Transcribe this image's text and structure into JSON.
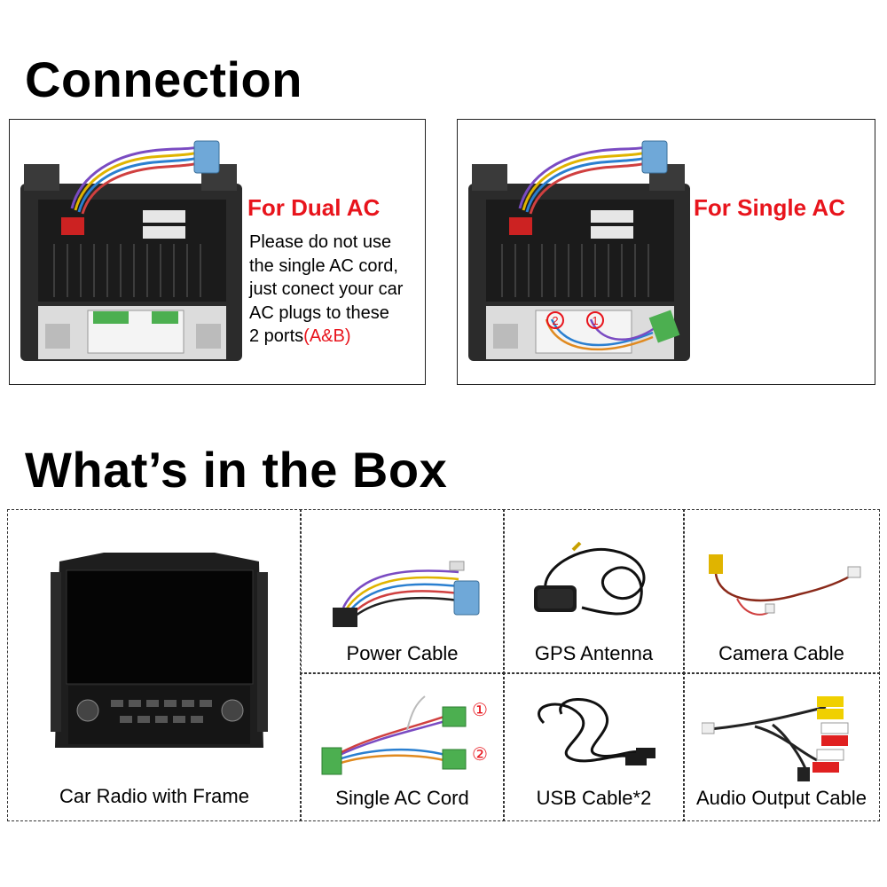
{
  "connection": {
    "title": "Connection",
    "dual": {
      "heading": "For Dual AC",
      "lines": [
        "Please do not use",
        "the single AC cord,",
        "just conect your car",
        "AC plugs to these"
      ],
      "last_line_prefix": "2 ports",
      "last_line_suffix": "(A&B)"
    },
    "single": {
      "heading": "For Single AC",
      "port_marks": [
        "2",
        "1"
      ]
    }
  },
  "box": {
    "title": "What’s in the Box",
    "items": {
      "car_radio": "Car Radio with Frame",
      "power_cable": "Power Cable",
      "gps_antenna": "GPS Antenna",
      "camera_cable": "Camera Cable",
      "single_ac_cord": "Single AC Cord",
      "usb_cable": "USB Cable*2",
      "audio_output_cable": "Audio Output Cable"
    },
    "ac_cord_marks": [
      "①",
      "②"
    ]
  },
  "colors": {
    "accent_red": "#e8141c",
    "connector_blue": "#6fa8d8",
    "connector_green": "#4caf50"
  }
}
